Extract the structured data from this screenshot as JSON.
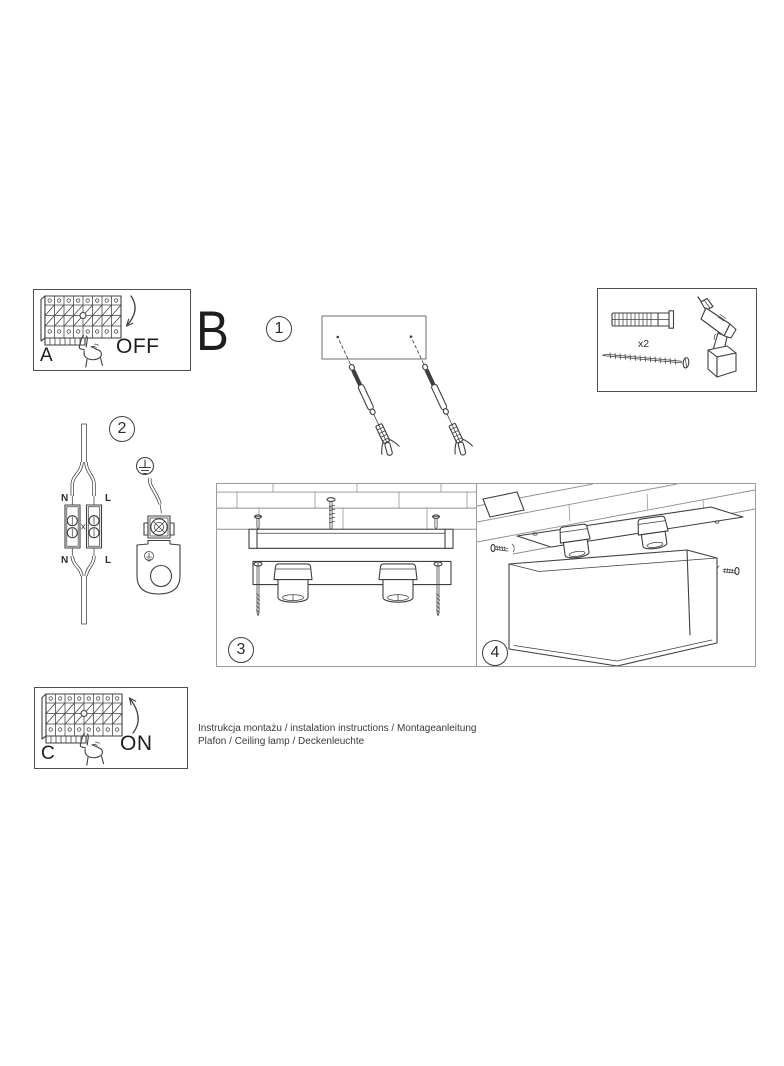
{
  "colors": {
    "line": "#3f3f3f",
    "faint_line": "#8f8f8f",
    "box_border": "#4f4f4f",
    "frame_border": "#9b9b9b",
    "text": "#2e2e2e",
    "background": "#ffffff"
  },
  "section_label": "B",
  "step_numbers": [
    "1",
    "2",
    "3",
    "4"
  ],
  "power_off_panel": {
    "label": "A",
    "state_label": "OFF"
  },
  "power_on_panel": {
    "label": "C",
    "state_label": "ON"
  },
  "included_parts": {
    "anchor_quantity_label": "x2"
  },
  "wiring_labels": {
    "neutral_top": "N",
    "live_top": "L",
    "neutral_bottom": "N",
    "live_bottom": "L"
  },
  "caption": {
    "line1": "Instrukcja montażu / instalation instructions / Montageanleitung",
    "line2": "Plafon / Ceiling lamp / Deckenleuchte"
  }
}
